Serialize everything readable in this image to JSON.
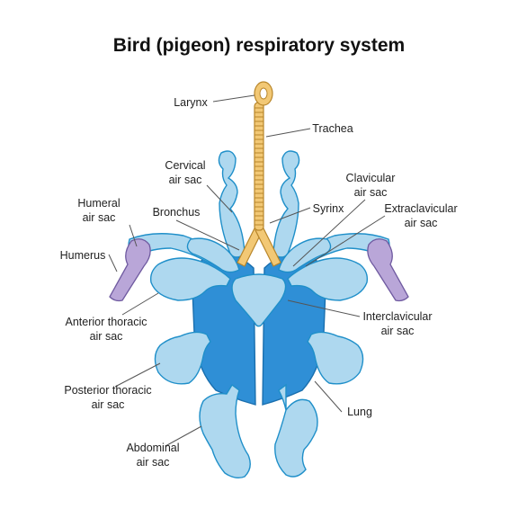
{
  "title": "Bird (pigeon) respiratory system",
  "labels": {
    "larynx": "Larynx",
    "trachea": "Trachea",
    "cervical_1": "Cervical",
    "cervical_2": "air sac",
    "clavicular_1": "Clavicular",
    "clavicular_2": "air sac",
    "humeral_1": "Humeral",
    "humeral_2": "air sac",
    "bronchus": "Bronchus",
    "syrinx": "Syrinx",
    "extraclavicular_1": "Extraclavicular",
    "extraclavicular_2": "air sac",
    "humerus": "Humerus",
    "anterior_1": "Anterior thoracic",
    "anterior_2": "air sac",
    "interclavicular_1": "Interclavicular",
    "interclavicular_2": "air sac",
    "posterior_1": "Posterior thoracic",
    "posterior_2": "air sac",
    "lung": "Lung",
    "abdominal_1": "Abdominal",
    "abdominal_2": "air sac"
  },
  "colors": {
    "air_sac": "#aed8ef",
    "lung": "#2f8fd6",
    "trachea": "#f2c875",
    "humerus": "#b9a6d8"
  }
}
